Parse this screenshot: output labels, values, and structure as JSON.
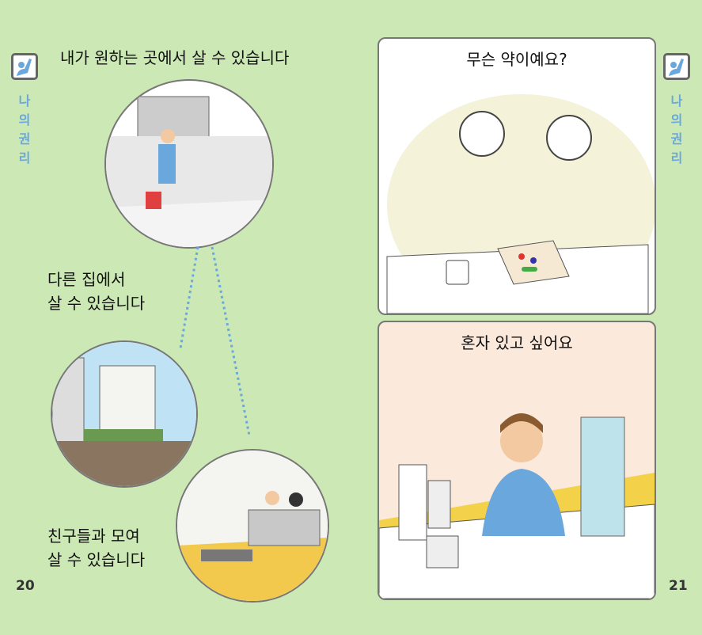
{
  "left_page": {
    "title": "내가 원하는 곳에서 살 수 있습니다",
    "side_label": [
      "나",
      "의",
      "권",
      "리"
    ],
    "caption_1": [
      "다른 집에서",
      "살 수 있습니다"
    ],
    "caption_2": [
      "친구들과 모여",
      "살 수 있습니다"
    ],
    "page_number": "20"
  },
  "right_page": {
    "panel_1_title": "무슨 약이예요?",
    "panel_2_title": "혼자 있고 싶어요",
    "side_label": [
      "나",
      "의",
      "권",
      "리"
    ],
    "page_number": "21"
  },
  "colors": {
    "background": "#cce8b5",
    "accent": "#6aa7dd"
  }
}
